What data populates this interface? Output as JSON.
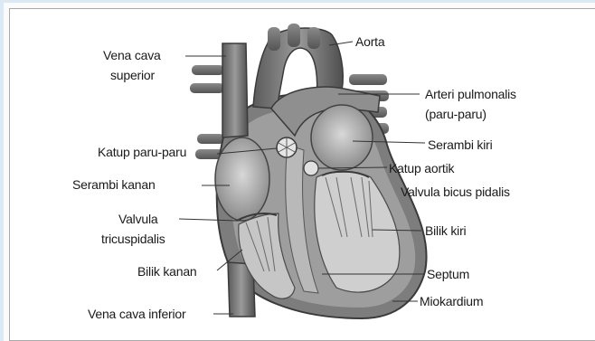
{
  "labels": {
    "vena_cava_superior_1": "Vena cava",
    "vena_cava_superior_2": "superior",
    "aorta": "Aorta",
    "arteri_pulmonalis_1": "Arteri pulmonalis",
    "arteri_pulmonalis_2": "(paru-paru)",
    "serambi_kiri": "Serambi kiri",
    "katup_paru": "Katup paru-paru",
    "katup_aortik": "Katup aortik",
    "valvula_bicus": "Valvula bicus pidalis",
    "serambi_kanan": "Serambi kanan",
    "valvula_tri_1": "Valvula",
    "valvula_tri_2": "tricuspidalis",
    "bilik_kiri": "Bilik kiri",
    "bilik_kanan": "Bilik kanan",
    "septum": "Septum",
    "miokardium": "Miokardium",
    "vena_cava_inferior": "Vena cava inferior"
  }
}
